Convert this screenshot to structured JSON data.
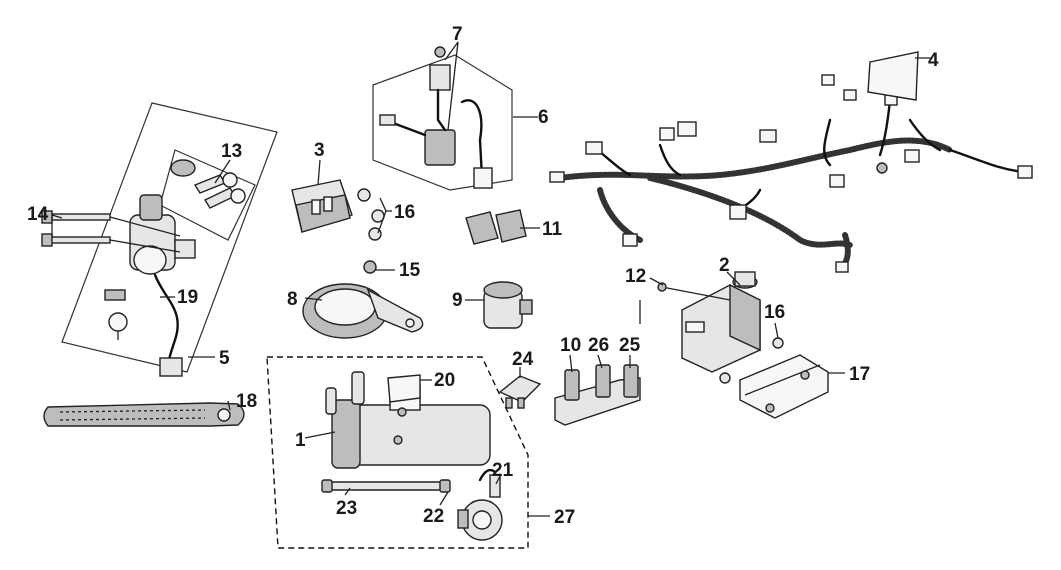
{
  "diagram": {
    "type": "exploded-parts-diagram",
    "callouts": [
      {
        "id": "c1",
        "label": "1"
      },
      {
        "id": "c2",
        "label": "2"
      },
      {
        "id": "c3",
        "label": "3"
      },
      {
        "id": "c4",
        "label": "4"
      },
      {
        "id": "c5",
        "label": "5"
      },
      {
        "id": "c6",
        "label": "6"
      },
      {
        "id": "c7",
        "label": "7"
      },
      {
        "id": "c8",
        "label": "8"
      },
      {
        "id": "c9",
        "label": "9"
      },
      {
        "id": "c10",
        "label": "10"
      },
      {
        "id": "c11",
        "label": "11"
      },
      {
        "id": "c12",
        "label": "12"
      },
      {
        "id": "c13",
        "label": "13"
      },
      {
        "id": "c14",
        "label": "14"
      },
      {
        "id": "c15",
        "label": "15"
      },
      {
        "id": "c16a",
        "label": "16"
      },
      {
        "id": "c16b",
        "label": "16"
      },
      {
        "id": "c17",
        "label": "17"
      },
      {
        "id": "c18",
        "label": "18"
      },
      {
        "id": "c19",
        "label": "19"
      },
      {
        "id": "c20",
        "label": "20"
      },
      {
        "id": "c21",
        "label": "21"
      },
      {
        "id": "c22",
        "label": "22"
      },
      {
        "id": "c23",
        "label": "23"
      },
      {
        "id": "c24",
        "label": "24"
      },
      {
        "id": "c25",
        "label": "25"
      },
      {
        "id": "c26",
        "label": "26"
      },
      {
        "id": "c27",
        "label": "27"
      }
    ]
  }
}
